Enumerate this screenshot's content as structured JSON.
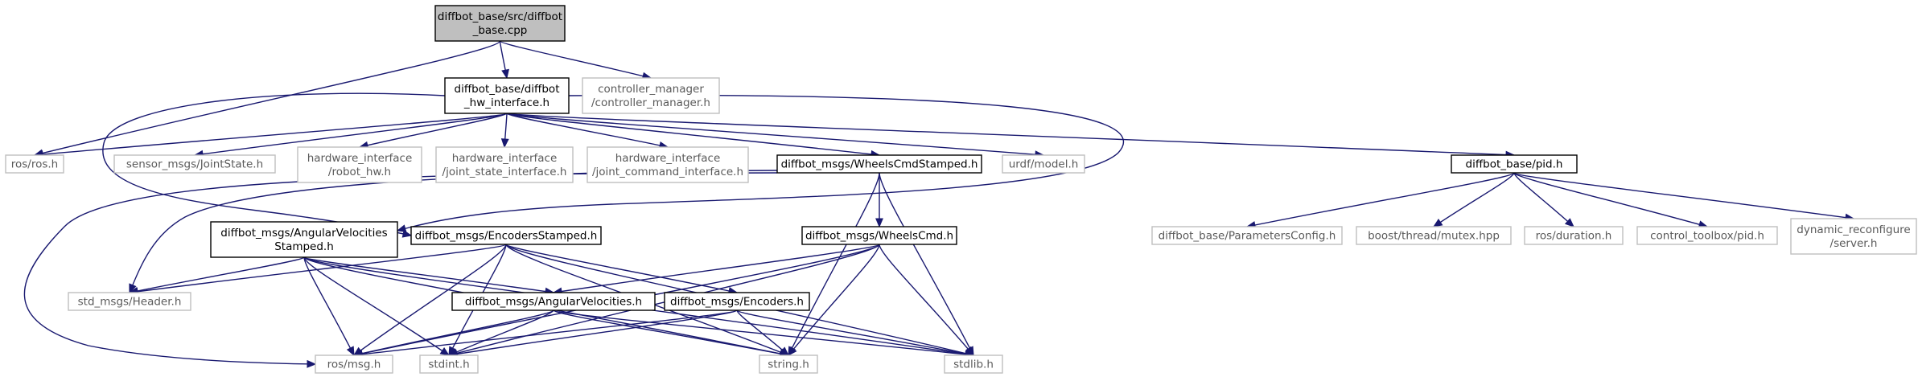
{
  "diagram": {
    "colors": {
      "edge": "#191970",
      "root_fill": "#bfbfbf",
      "doc_border": "#000000",
      "external_border": "#bfbfbf",
      "external_text": "#5a5a5a"
    },
    "nodes": [
      {
        "id": "n_root",
        "kind": "root",
        "lines": [
          "diffbot_base/src/diffbot",
          "_base.cpp"
        ]
      },
      {
        "id": "n_hw",
        "kind": "doc",
        "lines": [
          "diffbot_base/diffbot",
          "_hw_interface.h"
        ]
      },
      {
        "id": "n_cm",
        "kind": "ext",
        "lines": [
          "controller_manager",
          "/controller_manager.h"
        ]
      },
      {
        "id": "n_ros",
        "kind": "ext",
        "lines": [
          "ros/ros.h"
        ]
      },
      {
        "id": "n_js",
        "kind": "ext",
        "lines": [
          "sensor_msgs/JointState.h"
        ]
      },
      {
        "id": "n_rhw",
        "kind": "ext",
        "lines": [
          "hardware_interface",
          "/robot_hw.h"
        ]
      },
      {
        "id": "n_jsi",
        "kind": "ext",
        "lines": [
          "hardware_interface",
          "/joint_state_interface.h"
        ]
      },
      {
        "id": "n_jci",
        "kind": "ext",
        "lines": [
          "hardware_interface",
          "/joint_command_interface.h"
        ]
      },
      {
        "id": "n_wcs",
        "kind": "doc",
        "lines": [
          "diffbot_msgs/WheelsCmdStamped.h"
        ]
      },
      {
        "id": "n_urdf",
        "kind": "ext",
        "lines": [
          "urdf/model.h"
        ]
      },
      {
        "id": "n_pid",
        "kind": "doc",
        "lines": [
          "diffbot_base/pid.h"
        ]
      },
      {
        "id": "n_avs",
        "kind": "doc",
        "lines": [
          "diffbot_msgs/AngularVelocities",
          "Stamped.h"
        ]
      },
      {
        "id": "n_es",
        "kind": "doc",
        "lines": [
          "diffbot_msgs/EncodersStamped.h"
        ]
      },
      {
        "id": "n_wc",
        "kind": "doc",
        "lines": [
          "diffbot_msgs/WheelsCmd.h"
        ]
      },
      {
        "id": "n_pc",
        "kind": "ext",
        "lines": [
          "diffbot_base/ParametersConfig.h"
        ]
      },
      {
        "id": "n_mutex",
        "kind": "ext",
        "lines": [
          "boost/thread/mutex.hpp"
        ]
      },
      {
        "id": "n_dur",
        "kind": "ext",
        "lines": [
          "ros/duration.h"
        ]
      },
      {
        "id": "n_ctpid",
        "kind": "ext",
        "lines": [
          "control_toolbox/pid.h"
        ]
      },
      {
        "id": "n_dyn",
        "kind": "ext",
        "lines": [
          "dynamic_reconfigure",
          "/server.h"
        ]
      },
      {
        "id": "n_hdr",
        "kind": "ext",
        "lines": [
          "std_msgs/Header.h"
        ]
      },
      {
        "id": "n_av",
        "kind": "doc",
        "lines": [
          "diffbot_msgs/AngularVelocities.h"
        ]
      },
      {
        "id": "n_enc",
        "kind": "doc",
        "lines": [
          "diffbot_msgs/Encoders.h"
        ]
      },
      {
        "id": "n_msg",
        "kind": "ext",
        "lines": [
          "ros/msg.h"
        ]
      },
      {
        "id": "n_stdint",
        "kind": "ext",
        "lines": [
          "stdint.h"
        ]
      },
      {
        "id": "n_string",
        "kind": "ext",
        "lines": [
          "string.h"
        ]
      },
      {
        "id": "n_stdlib",
        "kind": "ext",
        "lines": [
          "stdlib.h"
        ]
      }
    ],
    "edges": [
      [
        "n_root",
        "n_hw"
      ],
      [
        "n_root",
        "n_cm"
      ],
      [
        "n_root",
        "n_ros"
      ],
      [
        "n_hw",
        "n_ros"
      ],
      [
        "n_hw",
        "n_js"
      ],
      [
        "n_hw",
        "n_rhw"
      ],
      [
        "n_hw",
        "n_jsi"
      ],
      [
        "n_hw",
        "n_jci"
      ],
      [
        "n_hw",
        "n_wcs"
      ],
      [
        "n_hw",
        "n_urdf"
      ],
      [
        "n_hw",
        "n_pid"
      ],
      [
        "n_hw",
        "n_es"
      ],
      [
        "n_hw",
        "n_avs"
      ],
      [
        "n_pid",
        "n_pc"
      ],
      [
        "n_pid",
        "n_mutex"
      ],
      [
        "n_pid",
        "n_dur"
      ],
      [
        "n_pid",
        "n_ctpid"
      ],
      [
        "n_pid",
        "n_dyn"
      ],
      [
        "n_wcs",
        "n_wc"
      ],
      [
        "n_wcs",
        "n_hdr"
      ],
      [
        "n_wcs",
        "n_msg"
      ],
      [
        "n_wcs",
        "n_string"
      ],
      [
        "n_wcs",
        "n_stdlib"
      ],
      [
        "n_avs",
        "n_hdr"
      ],
      [
        "n_avs",
        "n_av"
      ],
      [
        "n_avs",
        "n_msg"
      ],
      [
        "n_avs",
        "n_stdint"
      ],
      [
        "n_avs",
        "n_string"
      ],
      [
        "n_avs",
        "n_stdlib"
      ],
      [
        "n_es",
        "n_hdr"
      ],
      [
        "n_es",
        "n_enc"
      ],
      [
        "n_es",
        "n_msg"
      ],
      [
        "n_es",
        "n_stdint"
      ],
      [
        "n_es",
        "n_string"
      ],
      [
        "n_es",
        "n_stdlib"
      ],
      [
        "n_wc",
        "n_av"
      ],
      [
        "n_wc",
        "n_msg"
      ],
      [
        "n_wc",
        "n_stdint"
      ],
      [
        "n_wc",
        "n_string"
      ],
      [
        "n_wc",
        "n_stdlib"
      ],
      [
        "n_av",
        "n_msg"
      ],
      [
        "n_av",
        "n_stdint"
      ],
      [
        "n_av",
        "n_string"
      ],
      [
        "n_av",
        "n_stdlib"
      ],
      [
        "n_enc",
        "n_msg"
      ],
      [
        "n_enc",
        "n_stdint"
      ],
      [
        "n_enc",
        "n_string"
      ],
      [
        "n_enc",
        "n_stdlib"
      ]
    ]
  }
}
